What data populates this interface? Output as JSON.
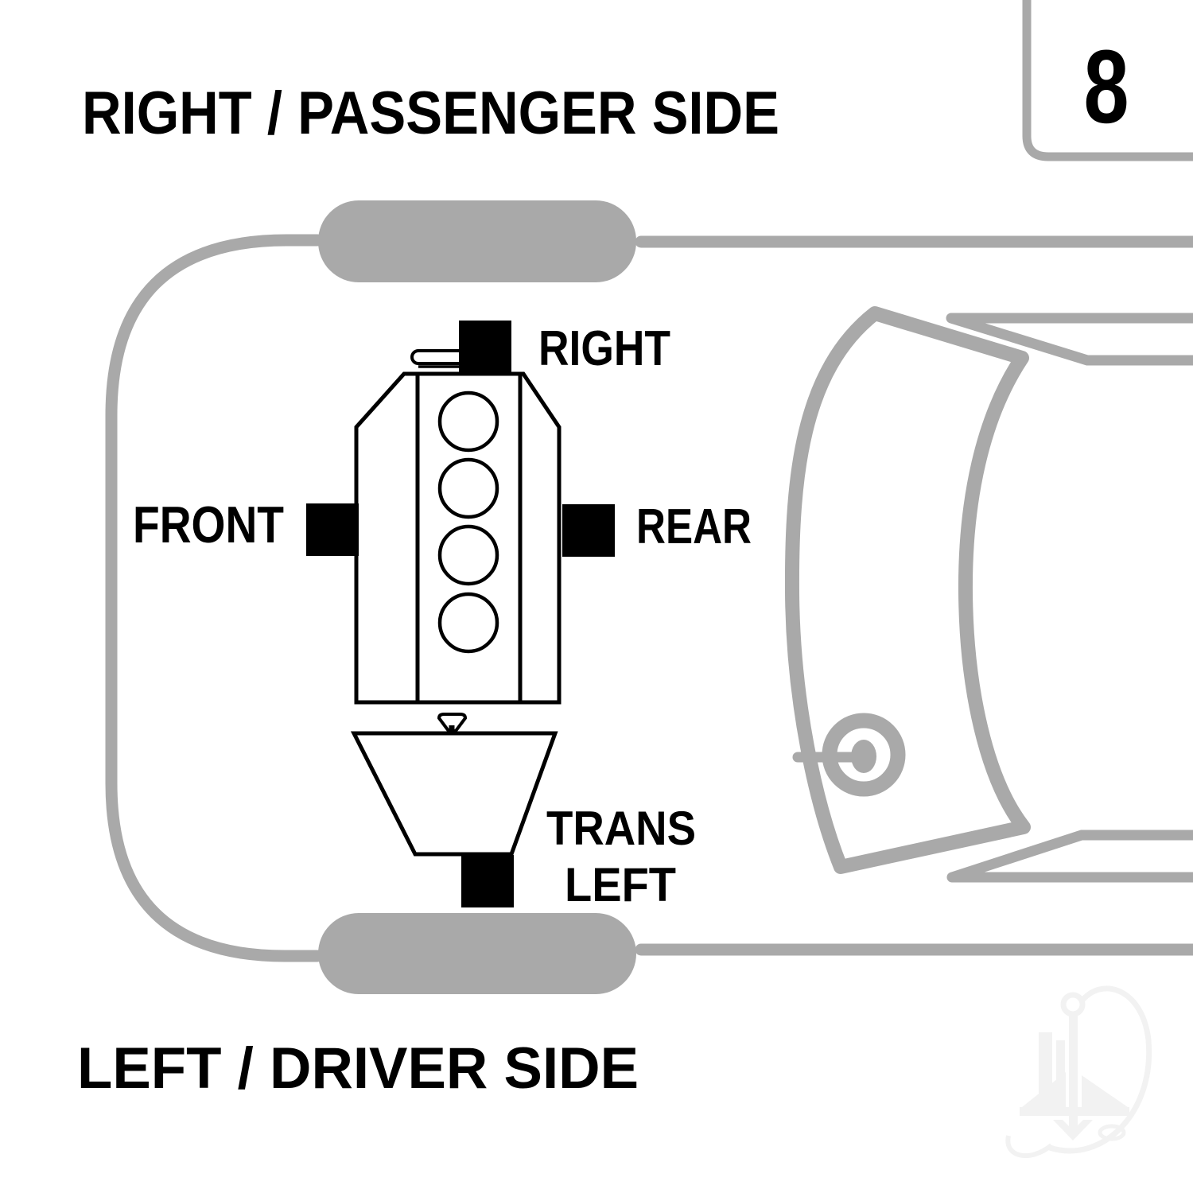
{
  "header": {
    "title": "RIGHT / PASSENGER SIDE",
    "page_number": "8"
  },
  "footer": {
    "label": "LEFT / DRIVER SIDE"
  },
  "diagram": {
    "mount_labels": {
      "top": "RIGHT",
      "left": "FRONT",
      "right": "REAR",
      "trans_line1": "TRANS",
      "trans_line2": "LEFT"
    },
    "engine_cylinders": 4
  },
  "colors": {
    "car_outline": "#a9a9a9",
    "diagram_line": "#000000",
    "mount_marker": "#000000",
    "watermark": "#f2f2f2",
    "background": "#ffffff"
  },
  "icons": {
    "watermark": "anchor-logo"
  }
}
